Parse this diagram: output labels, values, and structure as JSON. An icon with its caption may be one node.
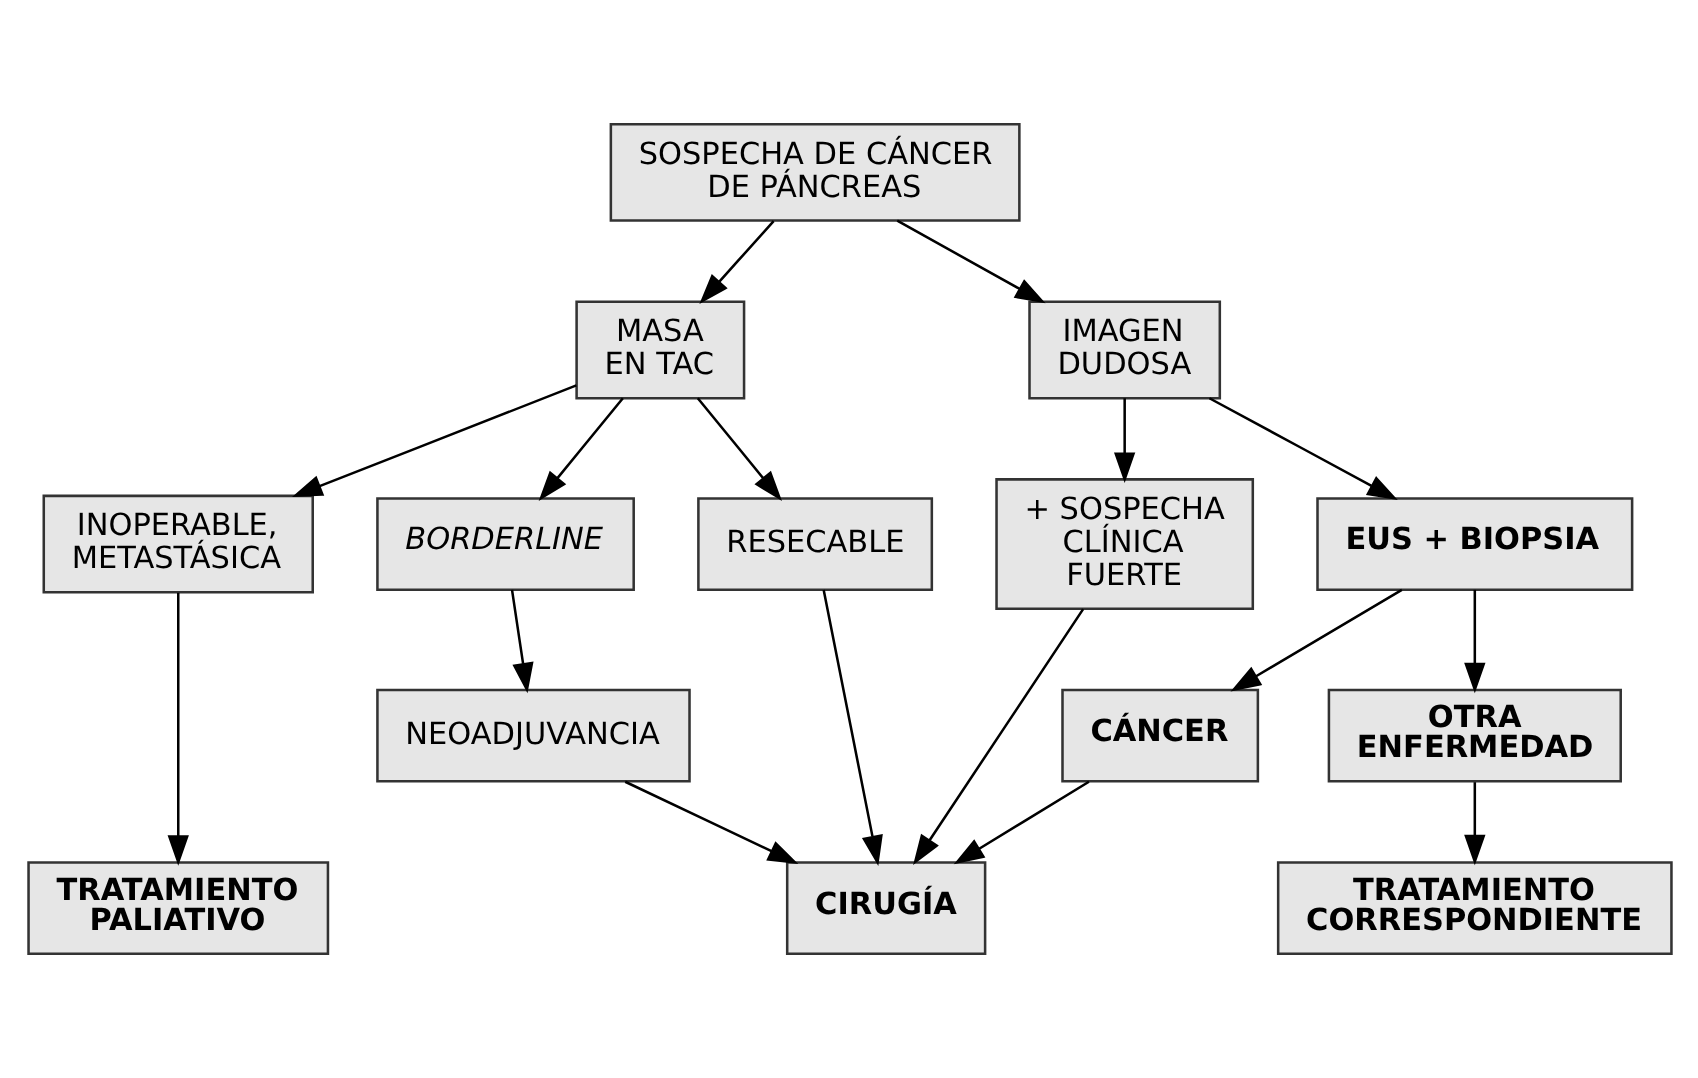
{
  "diagram": {
    "nodes": [
      {
        "text": [
          "SOSPECHA DE CÁNCER DE PÁNCREAS"
        ]
      },
      {
        "text": [
          "MASA EN TAC"
        ]
      },
      {
        "text": [
          "IMAGEN DUDOSA"
        ]
      },
      {
        "text": [
          "INOPERABLE, METASTÁSICA"
        ]
      },
      {
        "text": [
          "BORDERLINE"
        ]
      },
      {
        "text": [
          "RESECABLE"
        ]
      },
      {
        "text": [
          "+ SOSPECHA CLÍNICA FUERTE"
        ]
      },
      {
        "text": [
          "EUS + BIOPSIA"
        ]
      },
      {
        "text": [
          "NEOADJUVANCIA"
        ]
      },
      {
        "text": [
          "CÁNCER"
        ]
      },
      {
        "text": [
          "OTRA ENFERMEDAD"
        ]
      },
      {
        "text": [
          "TRATAMIENTO PALIATIVO"
        ]
      },
      {
        "text": [
          "CIRUGÍA"
        ]
      },
      {
        "text": [
          "TRATAMIENTO CORRESPONDIENTE"
        ]
      }
    ],
    "edges": [
      {
        "from": 0,
        "to": 1,
        "arrow": "to"
      },
      {
        "from": 0,
        "to": 2,
        "arrow": "to"
      },
      {
        "from": 1,
        "to": 3,
        "arrow": "to"
      },
      {
        "from": 1,
        "to": 4,
        "arrow": "to"
      },
      {
        "from": 1,
        "to": 5,
        "arrow": "to"
      },
      {
        "from": 2,
        "to": 6,
        "arrow": "to"
      },
      {
        "from": 2,
        "to": 7,
        "arrow": "to"
      },
      {
        "from": 4,
        "to": 8,
        "arrow": "to"
      },
      {
        "from": 7,
        "to": 9,
        "arrow": "to"
      },
      {
        "from": 7,
        "to": 10,
        "arrow": "to"
      },
      {
        "from": 3,
        "to": 11,
        "arrow": "to"
      },
      {
        "from": 8,
        "to": 12,
        "arrow": "to"
      },
      {
        "from": 5,
        "to": 12,
        "arrow": "to"
      },
      {
        "from": 6,
        "to": 12,
        "arrow": "to"
      },
      {
        "from": 9,
        "to": 12,
        "arrow": "to"
      },
      {
        "from": 10,
        "to": 13,
        "arrow": "to"
      }
    ]
  }
}
